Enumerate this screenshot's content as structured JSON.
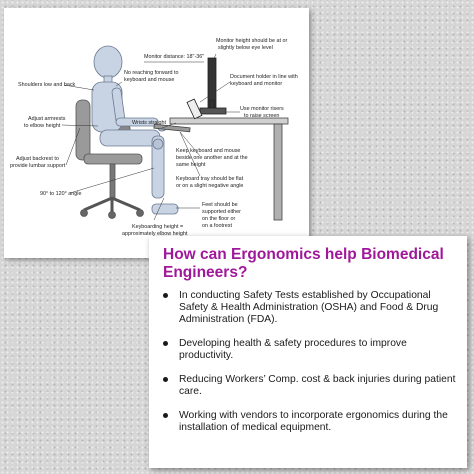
{
  "diagram": {
    "labels": {
      "monitor_height": [
        "Monitor height should be at or",
        "slightly below eye level"
      ],
      "monitor_distance": "Monitor distance: 18\"-36\"",
      "no_reaching": [
        "No reaching forward to",
        "keyboard and mouse"
      ],
      "document_holder": [
        "Document holder in line with",
        "keyboard and monitor"
      ],
      "shoulders": "Shoulders low and back",
      "use_risers": [
        "Use monitor risers",
        "to raise screen"
      ],
      "armrests": [
        "Adjust armrests",
        "to elbow height"
      ],
      "wrists": "Wrists straight",
      "keep_keyboard": [
        "Keep keyboard and mouse",
        "beside one another and at the",
        "same height"
      ],
      "backrest": [
        "Adjust backrest to",
        "provide lumbar support"
      ],
      "keyboard_tray": [
        "Keyboard tray should be flat",
        "or on a slight negative angle"
      ],
      "angle": "90° to 120° angle",
      "feet": [
        "Feet should be",
        "supported either",
        "on the floor or",
        "on a footrest"
      ],
      "keyboarding_height": [
        "Keyboarding height =",
        "approximately elbow height"
      ]
    }
  },
  "slide": {
    "title": "How can Ergonomics help Biomedical Engineers?",
    "bullets": [
      "In conducting Safety Tests established by Occupational Safety & Health Administration (OSHA)  and Food & Drug Administration (FDA).",
      "Developing health & safety procedures to improve productivity.",
      "Reducing Workers’ Comp. cost & back injuries during patient care.",
      "Working with vendors to incorporate ergonomics during the installation of medical equipment."
    ]
  }
}
